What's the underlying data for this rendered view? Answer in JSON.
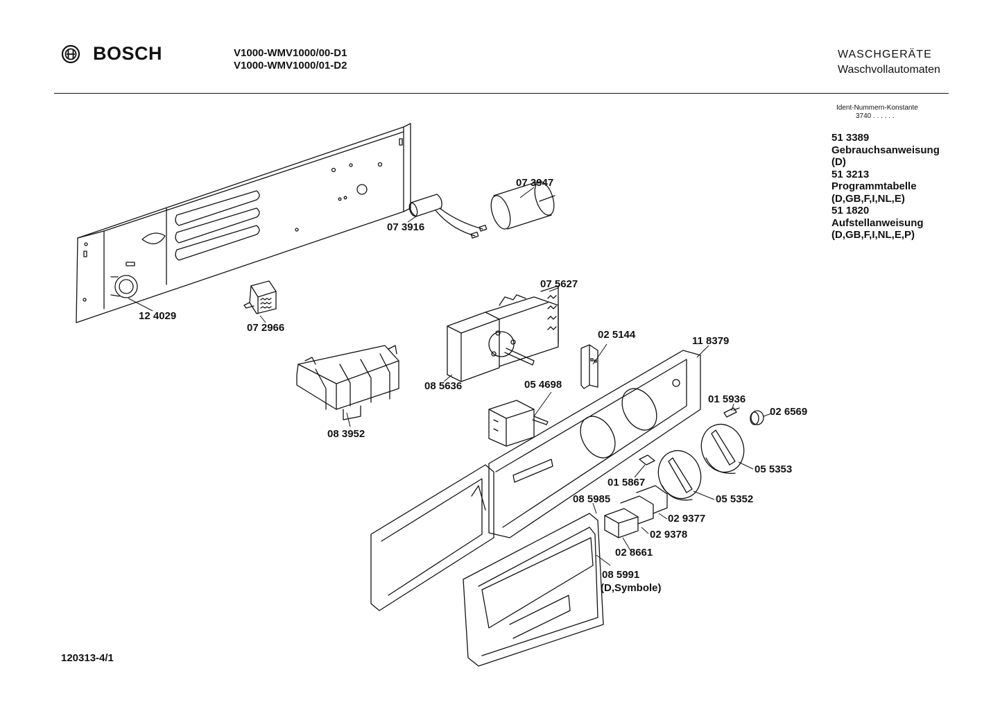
{
  "header": {
    "brand": "BOSCH",
    "model_line1": "V1000-WMV1000/00-D1",
    "model_line2": "V1000-WMV1000/01-D2",
    "category_main": "WASCHGERÄTE",
    "category_sub": "Waschvollautomaten"
  },
  "sidebar": {
    "ident_label": "Ident-Nummern-Konstante",
    "ident_value": "3740  . .   . . . .",
    "documents": [
      {
        "number": "51 3389",
        "title": "Gebrauchsanweisung",
        "languages": "(D)"
      },
      {
        "number": "51 3213",
        "title": "Programmtabelle",
        "languages": "(D,GB,F,I,NL,E)"
      },
      {
        "number": "51 1820",
        "title": "Aufstellanweisung",
        "languages": "(D,GB,F,I,NL,E,P)"
      }
    ]
  },
  "parts": [
    {
      "id": "p1",
      "number": "12 4029"
    },
    {
      "id": "p2",
      "number": "07 2966"
    },
    {
      "id": "p3",
      "number": "07 3916"
    },
    {
      "id": "p4",
      "number": "07 3947"
    },
    {
      "id": "p5",
      "number": "07 5627"
    },
    {
      "id": "p6",
      "number": "08 5636"
    },
    {
      "id": "p7",
      "number": "02 5144"
    },
    {
      "id": "p8",
      "number": "11 8379"
    },
    {
      "id": "p9",
      "number": "05 4698"
    },
    {
      "id": "p10",
      "number": "08 3952"
    },
    {
      "id": "p11",
      "number": "01 5936"
    },
    {
      "id": "p12",
      "number": "02 6569"
    },
    {
      "id": "p13",
      "number": "05 5353"
    },
    {
      "id": "p14",
      "number": "01 5867"
    },
    {
      "id": "p15",
      "number": "05 5352"
    },
    {
      "id": "p16",
      "number": "08 5985"
    },
    {
      "id": "p17",
      "number": "02 9377"
    },
    {
      "id": "p18",
      "number": "02 9378"
    },
    {
      "id": "p19",
      "number": "02 8661"
    },
    {
      "id": "p20",
      "number": "08 5991"
    }
  ],
  "part_notes": {
    "p20_note": "(D,Symbole)"
  },
  "footer": {
    "drawing_code": "120313-4/1"
  }
}
